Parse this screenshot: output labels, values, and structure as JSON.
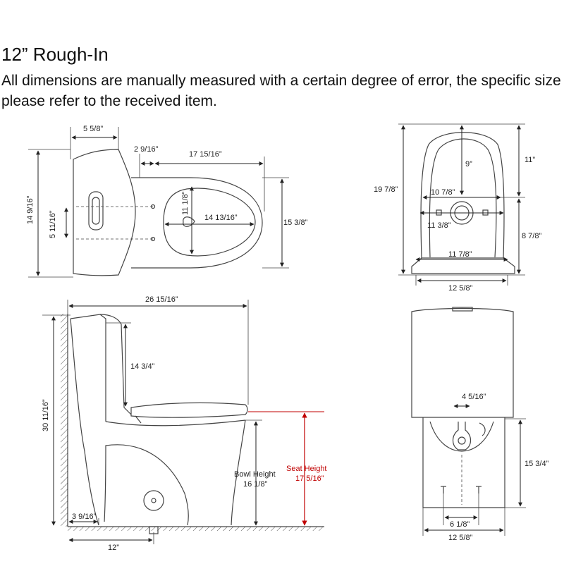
{
  "header": {
    "title": "12” Rough-In",
    "subtitle": "All dimensions are manually measured with a certain degree of error, the specific size please refer to the received item."
  },
  "top_view": {
    "d1": "5 5/8”",
    "d2": "2 9/16”",
    "d3": "17 15/16”",
    "d4": "14 9/16”",
    "d5": "5 11/16”",
    "d6": "11 1/8”",
    "d7": "14 13/16”",
    "d8": "15 3/8”"
  },
  "back_view": {
    "d1": "19 7/8”",
    "d2": "9”",
    "d3": "11”",
    "d4": "10 7/8”",
    "d5": "11 3/8”",
    "d6": "8 7/8”",
    "d7": "11 7/8”",
    "d8": "12 5/8”"
  },
  "side_view": {
    "d1": "26 15/16”",
    "d2": "14 3/4”",
    "d3": "30 11/16”",
    "bowl_height_label": "Bowl Height",
    "bowl_height_value": "16 1/8”",
    "seat_height_label": "Seat Height",
    "seat_height_value": "17 5/16”",
    "d4": "3 9/16”",
    "d5": "12”"
  },
  "front_view": {
    "d1": "4 5/16”",
    "d2": "15 3/4”",
    "d3": "6 1/8”",
    "d4": "12 5/8”"
  },
  "colors": {
    "line": "#444444",
    "accent": "#c00000"
  }
}
